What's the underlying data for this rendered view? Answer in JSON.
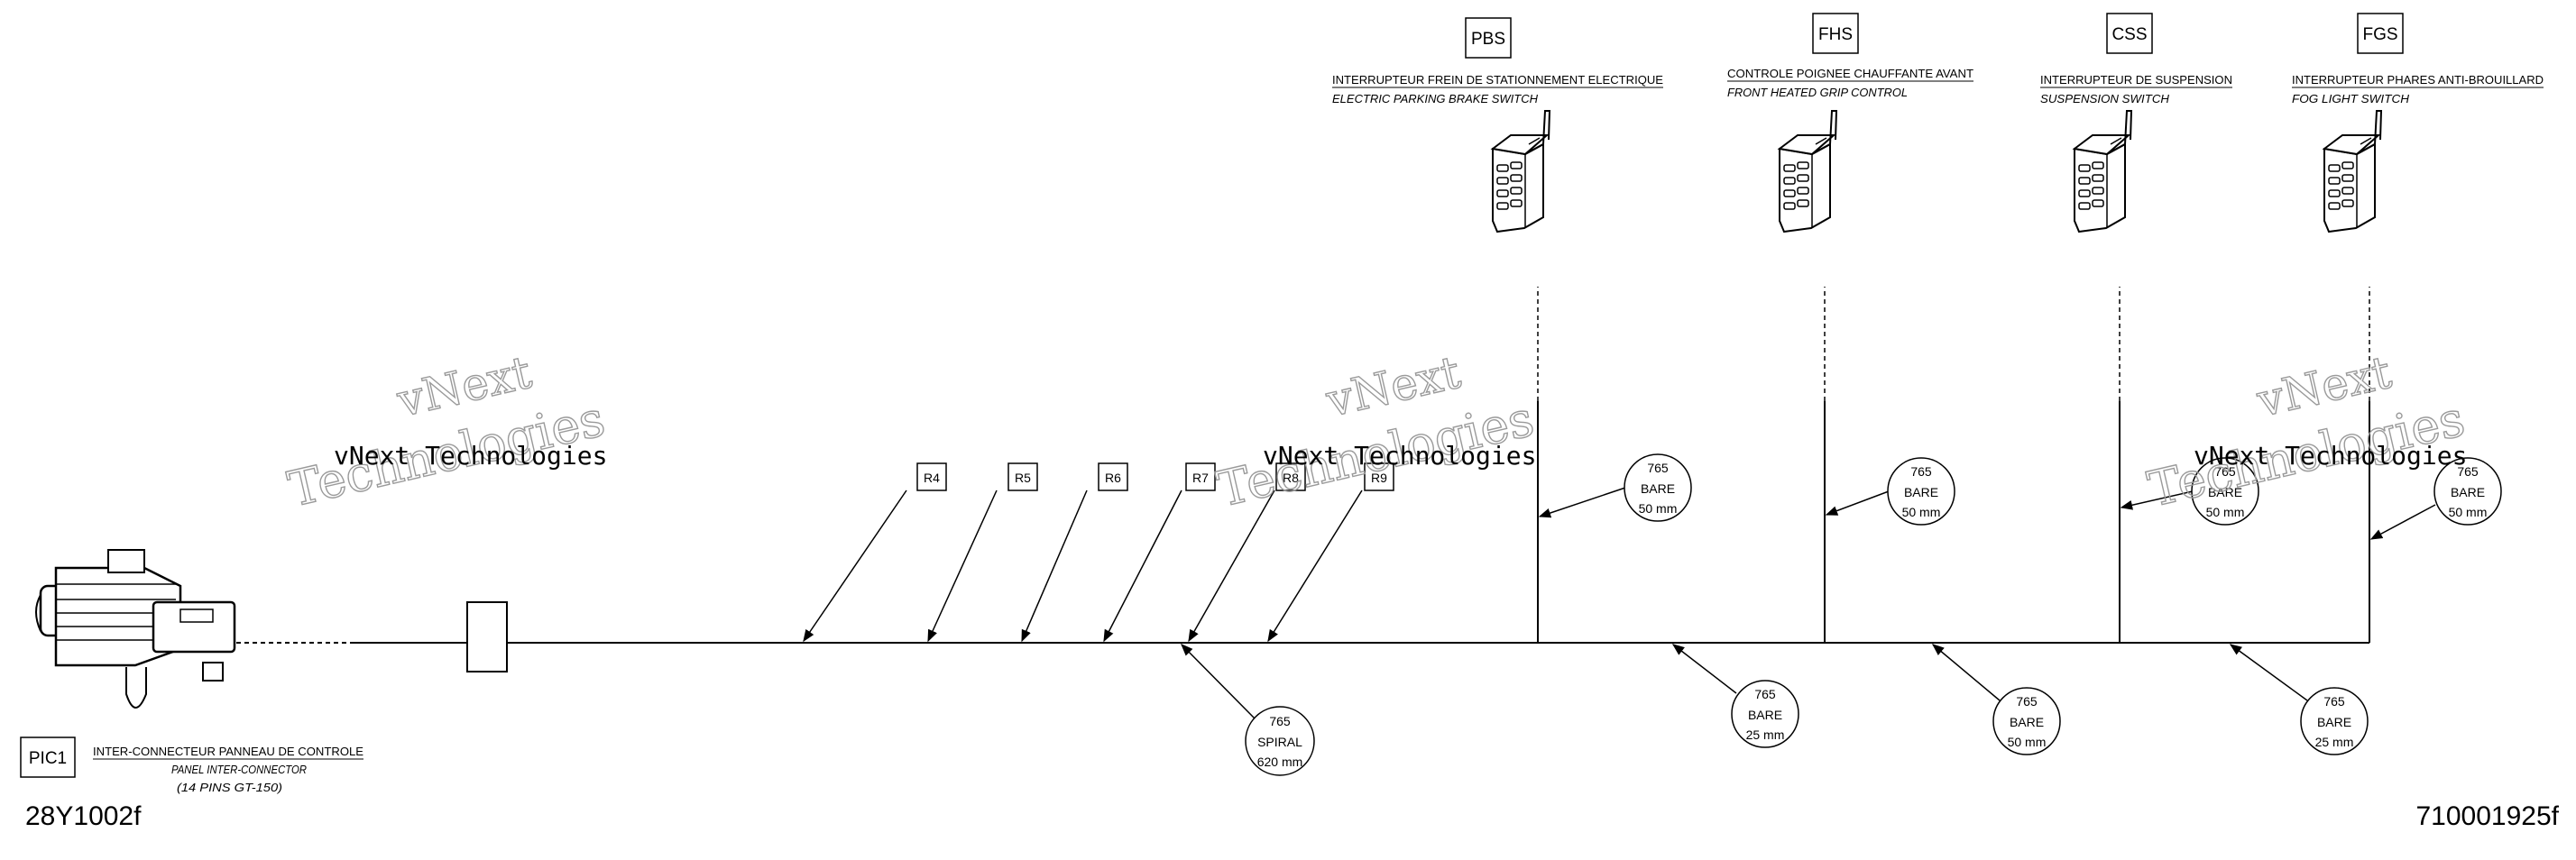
{
  "drawing_code_left": "28Y1002f",
  "drawing_code_right": "710001925f",
  "watermark": {
    "line1": "vNext Technologies",
    "line2": "vNext",
    "line3": "Technologies"
  },
  "main_connector": {
    "id": "PIC1",
    "label_fr": "INTER-CONNECTEUR PANNEAU DE CONTROLE",
    "label_en": "PANEL INTER-CONNECTOR",
    "label_pins": "(14 PINS GT-150)"
  },
  "switches": [
    {
      "id": "PBS",
      "label_fr": "INTERRUPTEUR  FREIN DE STATIONNEMENT ELECTRIQUE",
      "label_en": "ELECTRIC PARKING BRAKE SWITCH"
    },
    {
      "id": "FHS",
      "label_fr": "CONTROLE POIGNEE CHAUFFANTE AVANT",
      "label_en": "FRONT HEATED GRIP CONTROL"
    },
    {
      "id": "CSS",
      "label_fr": "INTERRUPTEUR DE SUSPENSION",
      "label_en": "SUSPENSION SWITCH"
    },
    {
      "id": "FGS",
      "label_fr": "INTERRUPTEUR PHARES ANTI-BROUILLARD",
      "label_en": "FOG LIGHT  SWITCH"
    }
  ],
  "refs": [
    "R4",
    "R5",
    "R6",
    "R7",
    "R8",
    "R9"
  ],
  "branch_callouts": [
    {
      "code": "765",
      "type": "BARE",
      "length": "50 mm"
    },
    {
      "code": "765",
      "type": "BARE",
      "length": "50 mm"
    },
    {
      "code": "765",
      "type": "BARE",
      "length": "50 mm"
    },
    {
      "code": "765",
      "type": "BARE",
      "length": "50 mm"
    }
  ],
  "trunk_callouts": [
    {
      "code": "765",
      "type": "SPIRAL",
      "length": "620 mm"
    },
    {
      "code": "765",
      "type": "BARE",
      "length": "25 mm"
    },
    {
      "code": "765",
      "type": "BARE",
      "length": "50 mm"
    },
    {
      "code": "765",
      "type": "BARE",
      "length": "25 mm"
    }
  ]
}
